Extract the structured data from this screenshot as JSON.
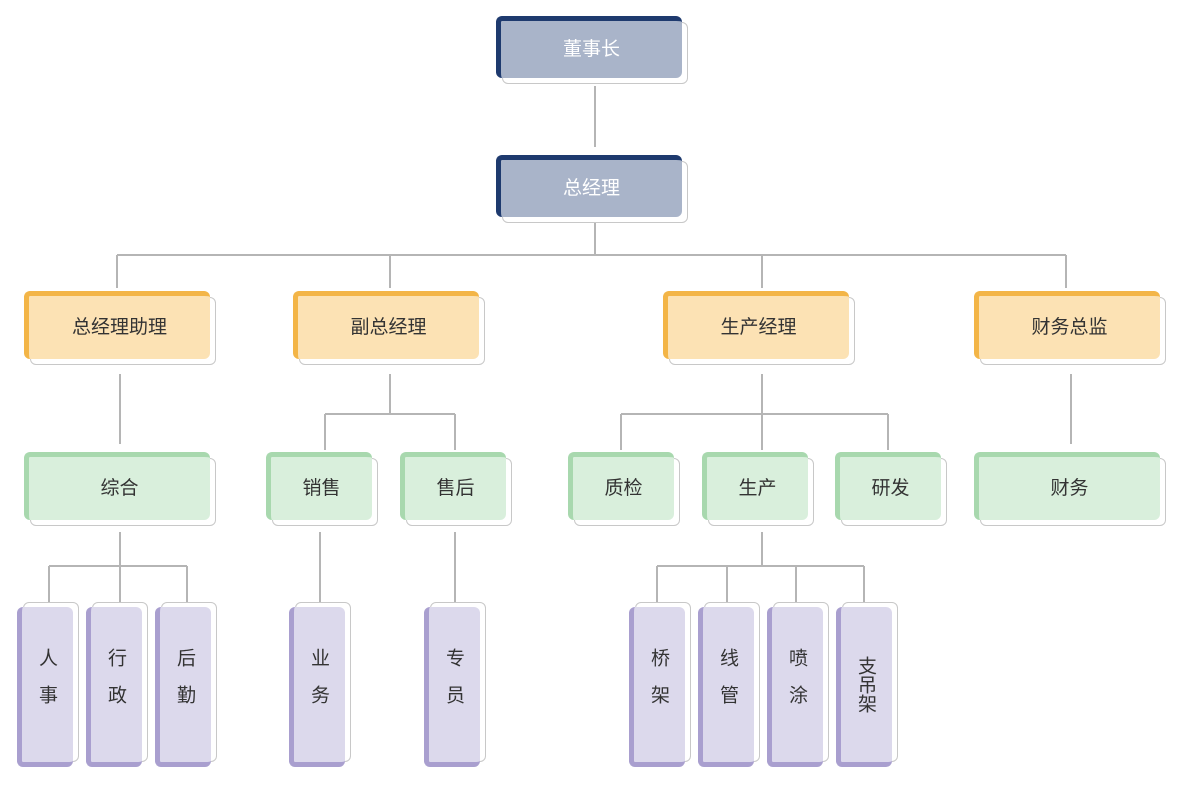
{
  "chairman": "董事长",
  "general_manager": "总经理",
  "level2": {
    "assistant": "总经理助理",
    "deputy": "副总经理",
    "production_manager": "生产经理",
    "finance_director": "财务总监"
  },
  "level3": {
    "general": "综合",
    "sales": "销售",
    "after_sales": "售后",
    "qc": "质检",
    "production": "生产",
    "rnd": "研发",
    "finance": "财务"
  },
  "level4": {
    "hr": "人事",
    "admin": "行政",
    "logistics": "后勤",
    "business": "业务",
    "specialist": "专员",
    "bridge": "桥架",
    "pipe": "线管",
    "spray": "喷涂",
    "hanger": "支吊架"
  }
}
